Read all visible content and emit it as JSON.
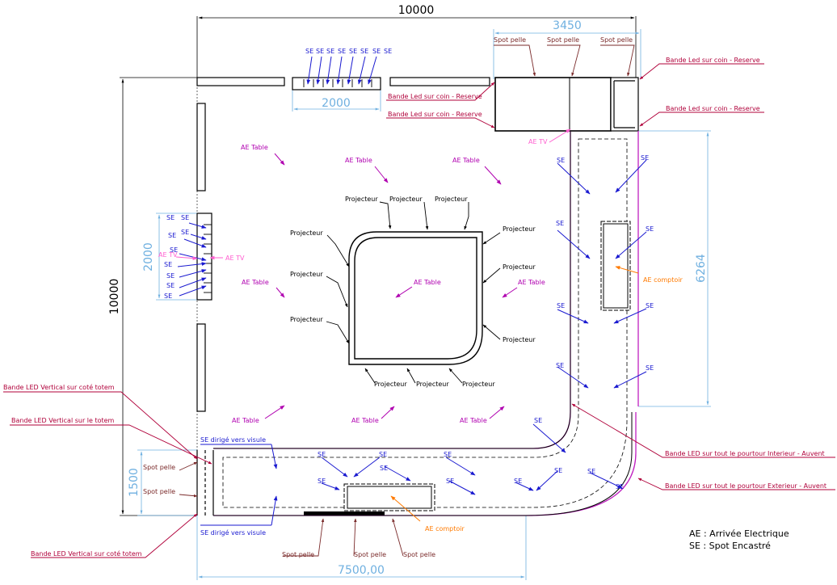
{
  "dimensions": {
    "top_width": "10000",
    "left_height": "10000",
    "right_top_width": "3450",
    "right_height": "6264",
    "top_screen": "2000",
    "left_screen": "2000",
    "bottom_left_height": "1500",
    "bottom_width": "7500,00"
  },
  "labels": {
    "se": "SE",
    "ae_table": "AE Table",
    "ae_tv": "AE TV",
    "projecteur": "Projecteur",
    "spot_pelle": "Spot pelle",
    "ae_comptoir": "AE comptoir",
    "se_visule": "SE dirigé vers visule",
    "led_coin_reserve": "Bande Led sur coin - Reserve",
    "led_vertical_cote_totem": "Bande LED Vertical sur coté totem",
    "led_vertical_sur_totem": "Bande LED Vertical sur le totem",
    "led_interieur": "Bande LED sur tout le pourtour Interieur - Auvent",
    "led_exterieur": "Bande LED sur tout le pourtour Exterieur - Auvent"
  },
  "legend": {
    "line1": "AE : Arrivée Electrique",
    "line2": "SE : Spot Encastré"
  },
  "colors": {
    "se": "#1a1ad0",
    "ae": "#b000b0",
    "tv": "#ff5fd0",
    "led": "#b0003a",
    "spot": "#7a2a2a",
    "comptoir": "#ff7a00",
    "dim_blue": "#6fb0e0"
  }
}
